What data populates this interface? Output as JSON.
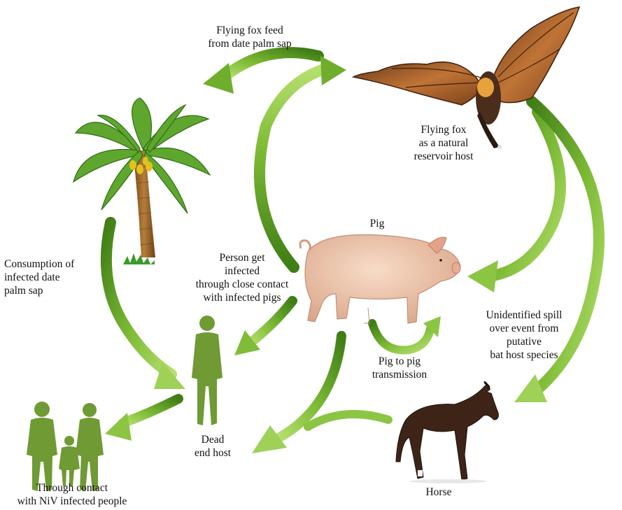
{
  "nodes": {
    "flying_fox": {
      "name": "Flying fox",
      "label_lines": [
        "Flying fox",
        "as a natural",
        "reservoir host"
      ]
    },
    "pig": {
      "name": "Pig",
      "label_lines": [
        "Pig"
      ]
    },
    "horse": {
      "name": "Horse",
      "label_lines": [
        "Horse"
      ]
    },
    "dead_end_host": {
      "label_lines": [
        "Dead",
        "end host"
      ]
    },
    "date_palm": {},
    "people": {}
  },
  "edges": {
    "fox_to_palm": {
      "label_lines": [
        "Flying fox feed",
        "from date palm sap"
      ]
    },
    "palm_to_person": {
      "label_lines": [
        "Consumption of",
        "infected date",
        "palm sap"
      ]
    },
    "pig_to_person": {
      "label_lines": [
        "Person get",
        "infected",
        "through close contact",
        "with infected pigs"
      ]
    },
    "fox_to_pig_horse": {
      "label_lines": [
        "Unidentified spill",
        "over event from",
        "putative",
        "bat host species"
      ]
    },
    "pig_to_pig": {
      "label_lines": [
        "Pig to pig",
        "transmission"
      ]
    },
    "person_to_people": {
      "label_lines": [
        "Through contact",
        "with NiV infected people"
      ]
    }
  },
  "colors": {
    "arrow_dark": "#4f8f1f",
    "arrow_light": "#a6d65a",
    "human_silhouette": "#6f9a34",
    "bat_wing": "#b4682f",
    "pig_skin": "#f0c4a8",
    "horse_coat": "#3d2417",
    "palm_leaf": "#5fa62e",
    "palm_trunk": "#a06a2a"
  }
}
